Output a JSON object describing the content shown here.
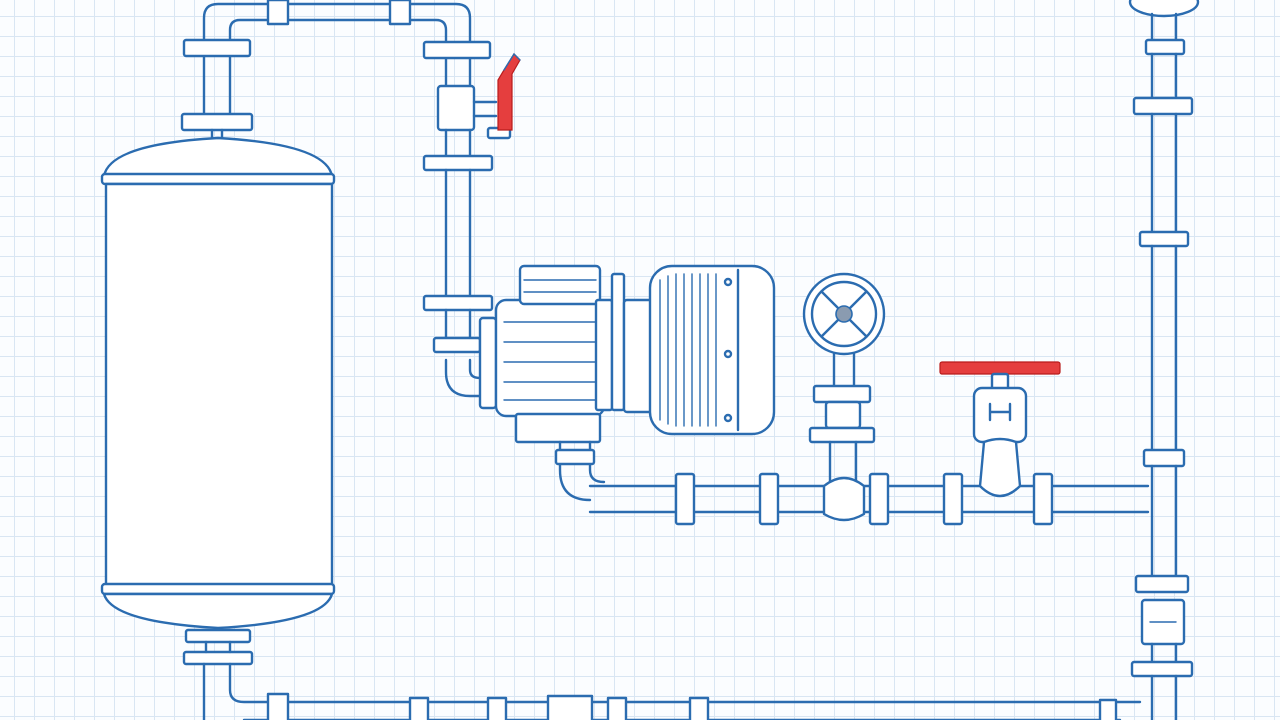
{
  "colors": {
    "stroke": "#2b6cb0",
    "accent": "#e53e3e",
    "grid": "#d9e6f3",
    "background": "#fbfdff",
    "handwheel_hub": "#8a9bb0"
  },
  "components": [
    {
      "name": "storage-tank",
      "icon": "vertical-pressure-vessel"
    },
    {
      "name": "centrifugal-pump",
      "icon": "pump-with-motor"
    },
    {
      "name": "handwheel-gate-valve",
      "icon": "gate-valve"
    },
    {
      "name": "lever-ball-valve",
      "icon": "ball-valve-red-lever"
    },
    {
      "name": "drain-valve",
      "icon": "red-lever-tap"
    },
    {
      "name": "inline-meter",
      "icon": "flow-meter"
    }
  ]
}
